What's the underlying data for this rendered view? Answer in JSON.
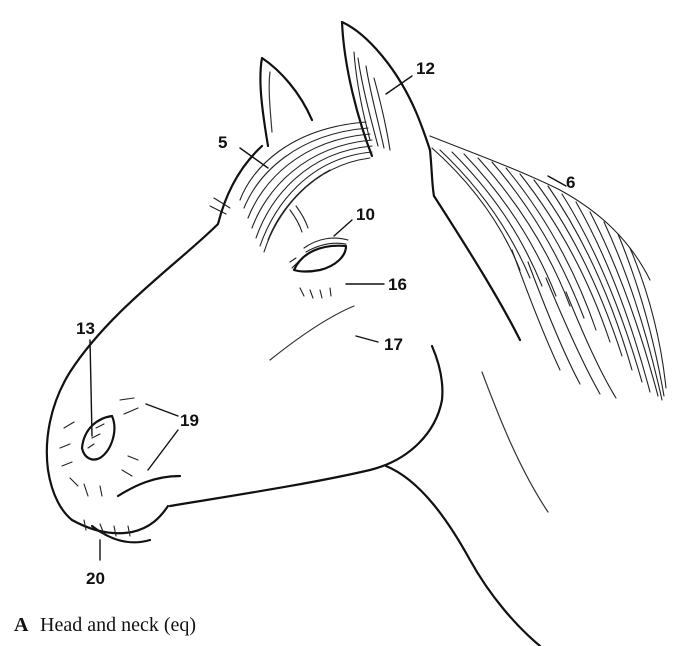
{
  "callouts": {
    "c5": "5",
    "c6": "6",
    "c10": "10",
    "c12": "12",
    "c13": "13",
    "c16": "16",
    "c17": "17",
    "c19": "19",
    "c20": "20"
  },
  "caption": {
    "letter": "A",
    "text": "Head and neck (eq)"
  }
}
